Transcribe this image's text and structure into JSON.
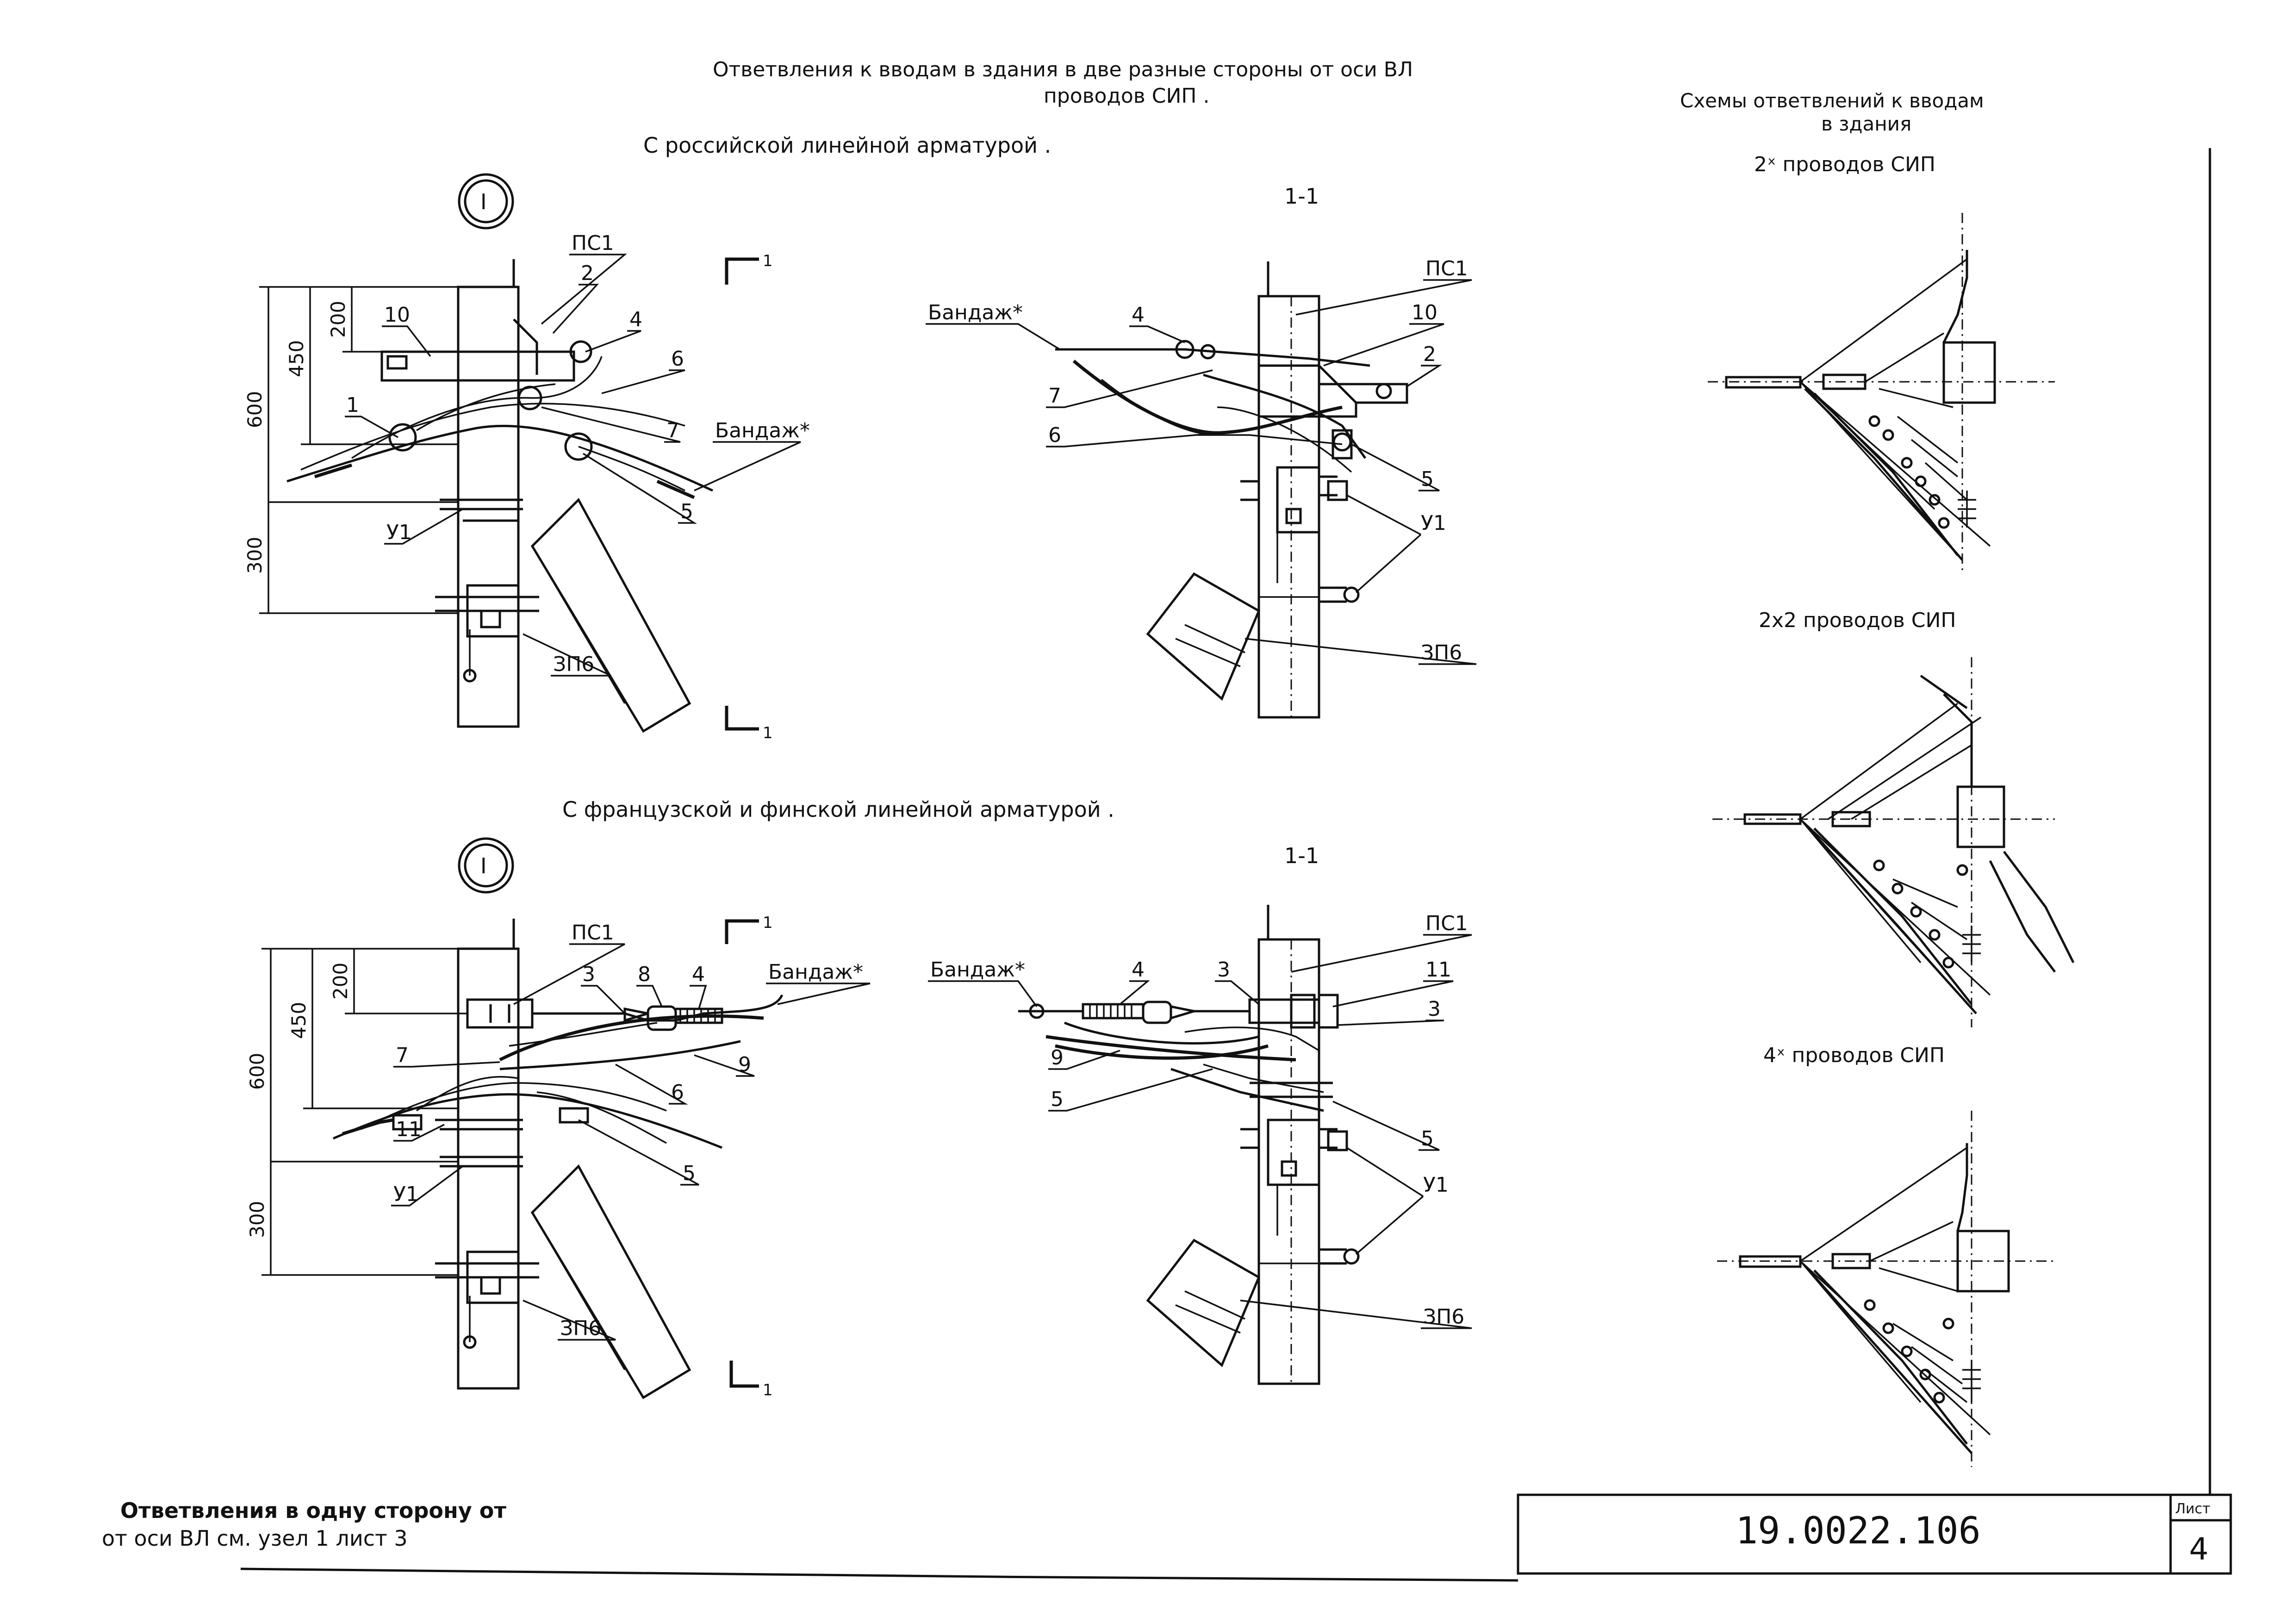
{
  "sheet": {
    "title_line1": "Ответвления к вводам в здания в две разные стороны от оси ВЛ",
    "title_line2": "проводов СИП .",
    "subtitle_russian": "С российской линейной арматурой .",
    "subtitle_french": "С французской и финской линейной арматурой .",
    "node_mark": "I",
    "section_label": "1-1",
    "section_mark": "1",
    "bottom_note_line1": "Ответвления в одну сторону от",
    "bottom_note_line2": "от оси ВЛ см. узел 1 лист 3",
    "doc_number": "19.0022.106",
    "sheet_label": "Лист",
    "sheet_number": "4"
  },
  "schemes": {
    "title_line1": "Схемы ответвлений к вводам",
    "title_line2": "в здания",
    "s1": "2ˣ проводов СИП",
    "s2": "2x2 проводов СИП",
    "s3": "4ˣ проводов СИП"
  },
  "dims": {
    "d600": "600",
    "d450": "450",
    "d200": "200",
    "d300": "300"
  },
  "labels": {
    "ps1": "ПС1",
    "bandage": "Бандаж*",
    "u1": "У1",
    "zp6": "ЗП6",
    "n1": "1",
    "n2": "2",
    "n3": "3",
    "n4": "4",
    "n5": "5",
    "n6": "6",
    "n7": "7",
    "n8": "8",
    "n9": "9",
    "n10": "10",
    "n11": "11"
  }
}
